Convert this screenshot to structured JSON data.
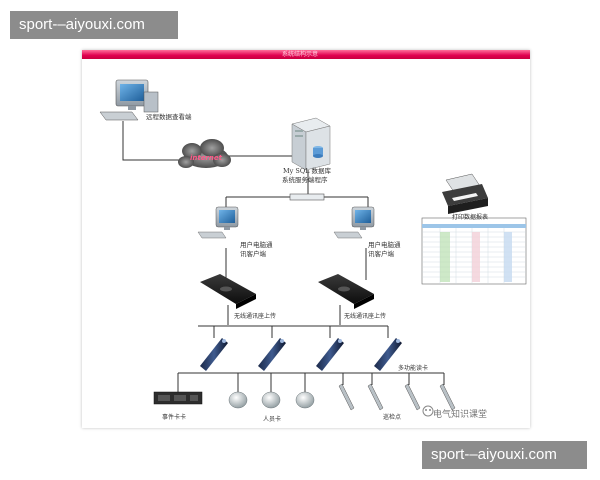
{
  "watermark": {
    "top": "sport-–aiyouxi.com",
    "bottom": "sport-–aiyouxi.com"
  },
  "diagram": {
    "title": "系统结构示意",
    "remote_terminal": "远程数据查看端",
    "internet": "internet",
    "server_line1": "My SQL 数据库",
    "server_line2": "系统服务端程序",
    "client_left_line1": "用户电脑通",
    "client_left_line2": "讯客户端",
    "client_right_line1": "用户电脑通",
    "client_right_line2": "讯客户端",
    "report": "打印数据报表",
    "comm_left": "无线通讯座上传",
    "comm_right": "无线通讯座上传",
    "multi_reader": "多功能读卡",
    "event_card": "事件卡卡",
    "person_card": "人员卡",
    "checkpoint": "巡检点",
    "brand": "电气知识课堂"
  },
  "colors": {
    "accent": "#e0004f",
    "line": "#333333"
  }
}
